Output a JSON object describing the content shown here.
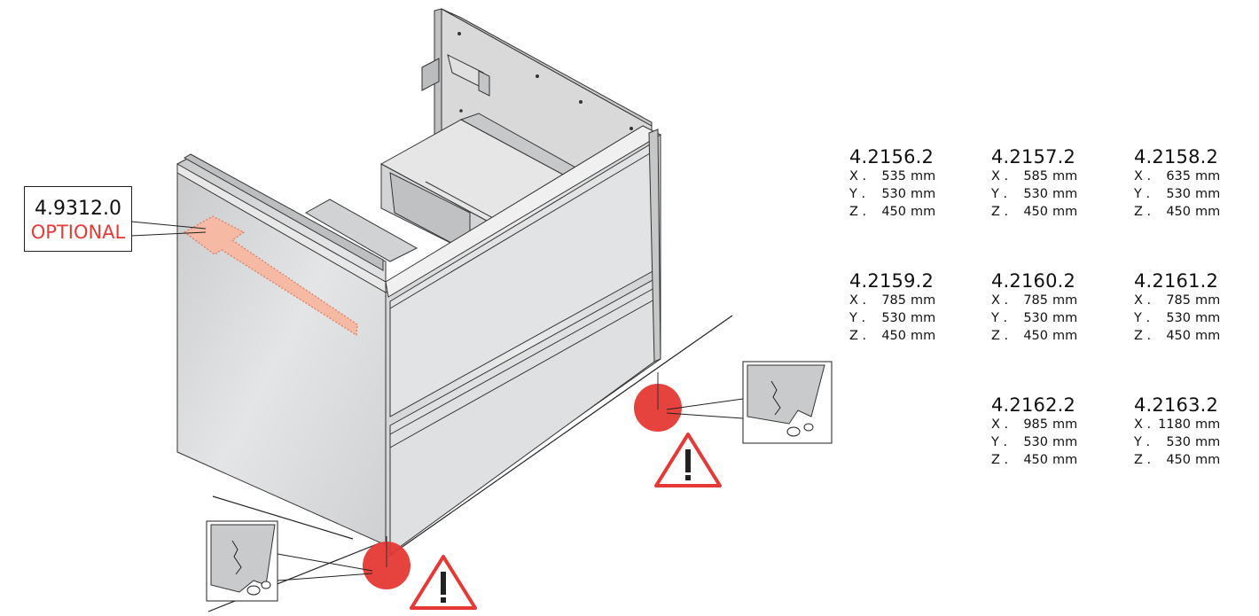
{
  "callout": {
    "code": "4.9312.0",
    "label": "OPTIONAL"
  },
  "colors": {
    "accent_red": "#e53935",
    "optional_fill": "#f6b9a4",
    "cabinet_gray": "#d7d8d9"
  },
  "icons": [
    "warning-triangle-icon",
    "damage-detail-icon"
  ],
  "specs": [
    {
      "code": "4.2156.2",
      "x": "535",
      "y": "530",
      "z": "450"
    },
    {
      "code": "4.2157.2",
      "x": "585",
      "y": "530",
      "z": "450"
    },
    {
      "code": "4.2158.2",
      "x": "635",
      "y": "530",
      "z": "450"
    },
    {
      "code": "4.2159.2",
      "x": "785",
      "y": "530",
      "z": "450"
    },
    {
      "code": "4.2160.2",
      "x": "785",
      "y": "530",
      "z": "450"
    },
    {
      "code": "4.2161.2",
      "x": "785",
      "y": "530",
      "z": "450"
    },
    {
      "code": "4.2162.2",
      "x": "985",
      "y": "530",
      "z": "450"
    },
    {
      "code": "4.2163.2",
      "x": "1180",
      "y": "530",
      "z": "450"
    }
  ],
  "labels": {
    "x": "X .",
    "y": "Y .",
    "z": "Z .",
    "unit": "mm"
  }
}
